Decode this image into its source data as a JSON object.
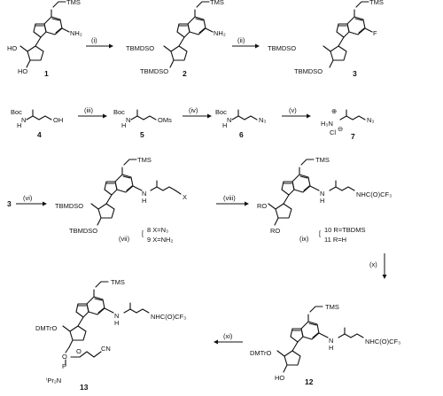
{
  "scheme": {
    "labels": {
      "tms": "TMS",
      "ho": "HO",
      "nh2": "NH₂",
      "tbmdso": "TBMDSO",
      "f": "F",
      "boc": "Boc",
      "h": "H",
      "n": "N",
      "oh": "OH",
      "oms": "OMs",
      "n3": "N₃",
      "h3n": "H₃N",
      "plus": "⊕",
      "cl_minus": "Cl",
      "minus": "⊖",
      "x": "X",
      "ro": "RO",
      "nhcoocf3": "NHC(O)CF₃",
      "dmtro": "DMTrO",
      "o": "O",
      "p": "P",
      "ipr2n": "ⁱPr₂N",
      "cn": "CN",
      "bracket_l": "[",
      "nine_label": "9 X=NH₂",
      "eight_label": "8  X=N₃",
      "ten_label": "10 R=TBDMS",
      "eleven_label": "11 R=H"
    },
    "compounds": [
      "1",
      "2",
      "3",
      "4",
      "5",
      "6",
      "7",
      "3",
      "12",
      "13"
    ],
    "reagents": [
      "(i)",
      "(ii)",
      "(iii)",
      "(iv)",
      "(v)",
      "(vi)",
      "(vii)",
      "(viii)",
      "(ix)",
      "(x)",
      "(xi)"
    ]
  }
}
